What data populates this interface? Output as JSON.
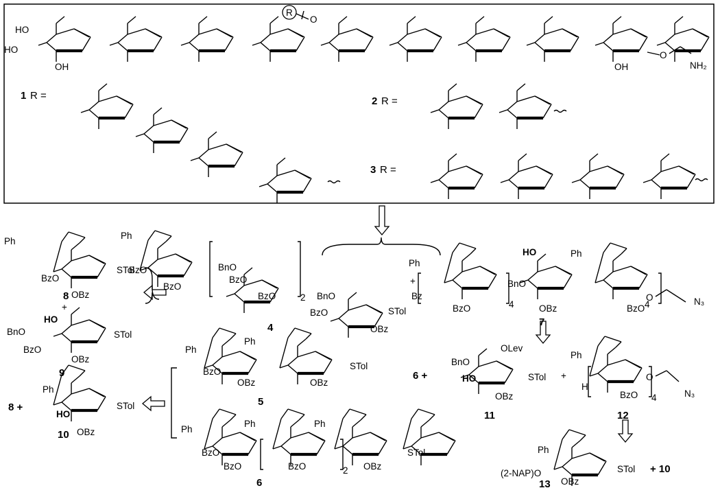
{
  "substituent_label": "R",
  "top_chain": {
    "end_group": "NH₂",
    "residue_labels": [
      "HO",
      "HO",
      "OH",
      "OH"
    ],
    "linker": "O",
    "anomeric_o": "O"
  },
  "r_definitions": [
    {
      "number": "1",
      "text": "R ="
    },
    {
      "number": "2",
      "text": "R ="
    },
    {
      "number": "3",
      "text": "R ="
    }
  ],
  "compounds": {
    "c4": "4",
    "c5": "5",
    "c6": "6",
    "c7": "7",
    "c8": "8",
    "c9": "9",
    "c10": "10",
    "c11": "11",
    "c12": "12",
    "c13": "13"
  },
  "groups": {
    "ph": "Ph",
    "bzo": "BzO",
    "obz": "OBz",
    "bno": "BnO",
    "stol": "STol",
    "ho": "HO",
    "olev": "OLev",
    "bz": "Bz",
    "h": "H",
    "nap": "(2-NAP)O",
    "n3": "N₃",
    "o": "O"
  },
  "repeat_counts": {
    "two": "2",
    "four": "4"
  },
  "scheme": {
    "plus": "+",
    "eq_6": "6 +",
    "eq_8": "8 +",
    "eq_10": "+ 10"
  }
}
